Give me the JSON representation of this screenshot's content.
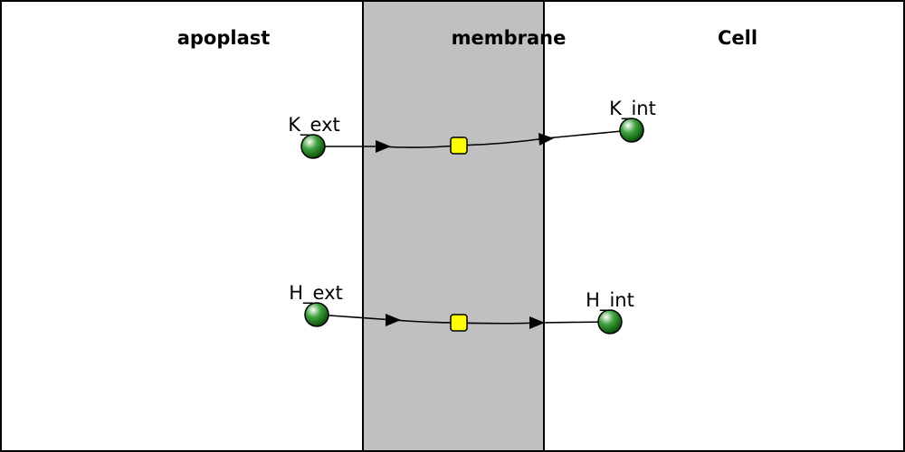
{
  "compartments": {
    "apoplast": {
      "label": "apoplast",
      "fill": "#ffffff"
    },
    "membrane": {
      "label": "membrane",
      "fill": "#c0c0c0"
    },
    "cell": {
      "label": "Cell",
      "fill": "#ffffff"
    }
  },
  "species": {
    "k_ext": {
      "label": "K_ext"
    },
    "k_int": {
      "label": "K_int"
    },
    "h_ext": {
      "label": "H_ext"
    },
    "h_int": {
      "label": "H_int"
    }
  },
  "colors": {
    "species_fill": "#1a7a1a",
    "species_highlight": "#ffffff",
    "species_stroke": "#000000",
    "reaction_fill": "#ffff00",
    "reaction_stroke": "#000000",
    "arc_stroke": "#000000",
    "border": "#000000"
  }
}
